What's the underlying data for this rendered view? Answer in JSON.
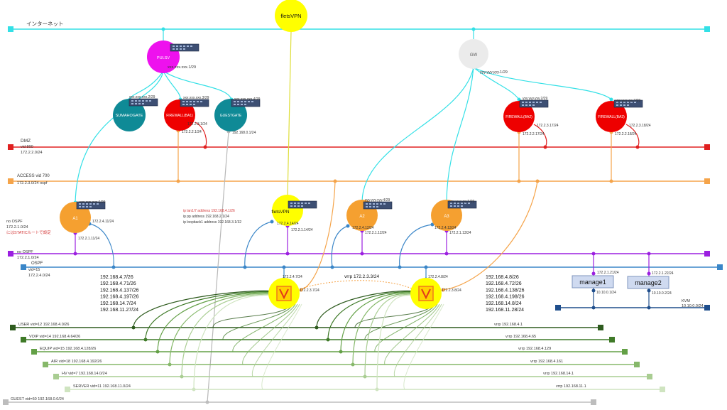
{
  "title": "fletsVPN",
  "networks": {
    "internet": "インターネット",
    "dmz": "DMZ",
    "dmz_vid": "vid 800",
    "dmz_subnet": "172.2.2.0/24",
    "access": "ACCESS vid 700",
    "access_subnet": "172.2.3.0/24 ospf",
    "no_ospf_label": "no OSPF",
    "no_ospf_subnet": "172.2.1.0/24",
    "no_ospf_note": "にはSTATICルートで設定",
    "no_ospf2_label": "no OSPF",
    "no_ospf2_subnet": "172.2.1.0/24",
    "ospf_label": "OSPF",
    "ospf_vid": "vid=15",
    "ospf_subnet": "172.2.4.0/24",
    "kvm_label": "KVM",
    "kvm_subnet": "10.10.0.0/24"
  },
  "nodes": {
    "pulsv": "PULSV",
    "pulsv_ip": "xxx.xxx.xxx.1/29",
    "gw": "GW",
    "gw_ip": "yyy.yyy.yyy.1/29",
    "sumahogate": "SUMAHOGATE",
    "sumahogate_ip": "xxx.xxx.xxx.2/29",
    "firewall1": "FIREWALL(BA1)",
    "firewall1_ip_top": "xxx.xxx.xxx.3/29",
    "firewall1_ip_dmz": "172.2.3.1/24",
    "firewall1_ip_access": "172.2.2.1/24",
    "guestgate": "GUESTGATE",
    "guestgate_ip": "xxx.xxx.xxx.4/29",
    "guestgate_ip2": "192.168.0.1/24",
    "firewall2": "FIREWALL(BA2)",
    "firewall2_ip_top": "yyy.yyy.yyy.2/29",
    "firewall2_ip_dmz": "172.2.3.17/24",
    "firewall2_ip_access": "172.2.2.17/24",
    "firewall3": "FIREWALL(BA3)",
    "firewall3_ip_top": "yyy.yyy.yyy.3/29",
    "firewall3_ip_dmz": "172.2.3.18/24",
    "firewall3_ip_access": "172.2.2.18/24",
    "a1": "A1",
    "a1_ip_top": "xxx.xxx.xxx.6/29",
    "a1_ip_ospf": "172.2.4.11/24",
    "a1_ip_noospf": "172.2.1.11/24",
    "fletsvpn2": "fletsVPN",
    "fletsvpn2_ip_ospf": "172.2.4.14/24",
    "fletsvpn2_ip_noospf": "172.2.1.14/24",
    "cfg_line1": "ip lan1/7 address 192.168.4.1/26",
    "cfg_line2": "ip pp address 192.168.2.1/24",
    "cfg_line3": "ip loopback1 address 192.168.3.1/32",
    "a2": "A2",
    "a2_ip_top": "yyy.yyy.yyy.4/29",
    "a2_ip_ospf": "172.2.4.12/24",
    "a2_ip_noospf": "172.2.1.12/24",
    "a3": "A3",
    "a3_ip_top": "yyy.yyy.yyy.5/29",
    "a3_ip_ospf": "172.2.4.13/24",
    "a3_ip_noospf": "172.2.1.13/24",
    "sw1_ip_top": "172.2.4.7/24",
    "sw1_ip_access": "172.2.3.7/24",
    "sw2_ip_top": "172.2.4.8/24",
    "sw2_ip_access": "172.2.3.8/24",
    "vrrp": "vrrp 172.2.3.3/24",
    "manage1": "manage1",
    "manage1_ip": "172.2.1.21/24",
    "manage1_ip2": "10.10.0.1/24",
    "manage2": "manage2",
    "manage2_ip": "172.2.1.22/24",
    "manage2_ip2": "10.10.0.2/24"
  },
  "sw1_routes": [
    "192.168.4.7/26",
    "192.168.4.71/26",
    "192.168.4.137/26",
    "192.168.4.197/26",
    "192.168.14.7/24",
    "192.168.11.27/24"
  ],
  "sw2_routes": [
    "192.168.4.8/26",
    "192.168.4.72/26",
    "192.168.4.138/26",
    "192.168.4.198/26",
    "192.168.14.8/24",
    "192.168.11.28/24"
  ],
  "vlans": [
    {
      "label": "USER vid=12 192.168.4.0/26",
      "vrrp": "vrrp 192.168.4.1",
      "color": "#2e5b1e"
    },
    {
      "label": "VOIP vid=14 192.168.4.64/26",
      "vrrp": "vrrp 192.168.4.65",
      "color": "#3f7a28"
    },
    {
      "label": "EQUIP vid=15 192.168.4.128/26",
      "vrrp": "vrrp 192.168.4.129",
      "color": "#63a046"
    },
    {
      "label": "AIR vid=18 192.168.4.192/26",
      "vrrp": "vrrp 192.168.4.161",
      "color": "#86b86a"
    },
    {
      "label": "HV vid=7 192.168.14.0/24",
      "vrrp": "vrrp 192.168.14.1",
      "color": "#a9cd92"
    },
    {
      "label": "SERVER vid=11 192.168.11.0/24",
      "vrrp": "vrrp 192.168.11.1",
      "color": "#cfe4c0"
    }
  ],
  "guest_vlan": "GUEST vid=60 192.168.0.0/24",
  "colors": {
    "internet": "#33e0e6",
    "dmz": "#e02020",
    "access": "#f5a44a",
    "no_ospf": "#9b1fe0",
    "ospf": "#3a86c8",
    "kvm": "#1f4e8c",
    "guest": "#bdbdbd",
    "yellow": "#ffff00",
    "magenta": "#ee11ee",
    "red": "#ee0000",
    "teal": "#0f8a96",
    "orange": "#f5a030"
  }
}
